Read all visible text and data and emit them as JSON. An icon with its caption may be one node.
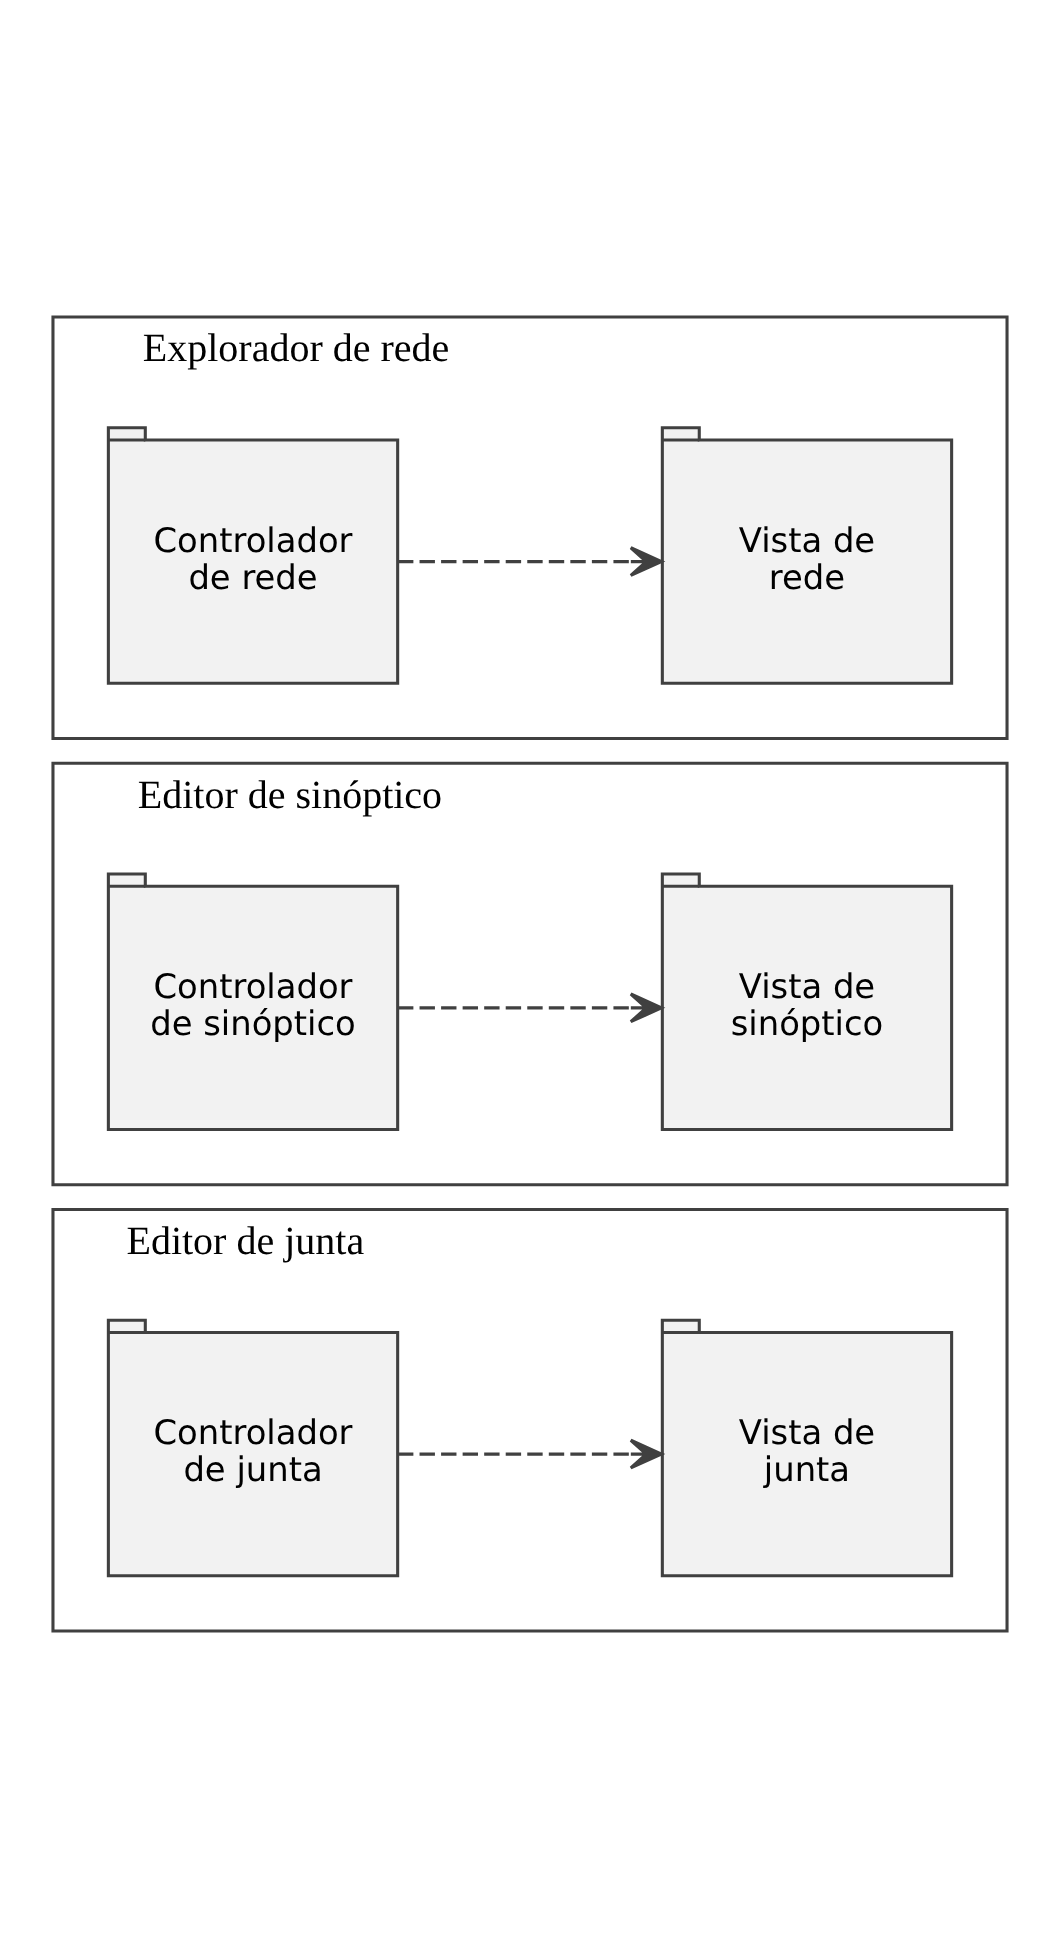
{
  "diagram": {
    "nodes": [
      {
        "text": [
          "Explorador de rede"
        ]
      },
      {
        "text": [
          "Vista de rede"
        ],
        "in": 0
      },
      {
        "text": [
          "Controlador de rede"
        ],
        "in": 0
      },
      {
        "text": [
          "Editor de sinóptico"
        ]
      },
      {
        "text": [
          "Vista de sinóptico"
        ],
        "in": 3
      },
      {
        "text": [
          "Controlador de sinóptico"
        ],
        "in": 3
      },
      {
        "text": [
          "Editor de junta"
        ]
      },
      {
        "text": [
          "Vista de junta"
        ],
        "in": 6
      },
      {
        "text": [
          "Controlador de junta"
        ],
        "in": 6
      }
    ],
    "edges": [
      {
        "from": 2,
        "to": 1,
        "arrow": "to",
        "style": "dashed"
      },
      {
        "from": 5,
        "to": 4,
        "arrow": "to",
        "style": "dashed"
      },
      {
        "from": 8,
        "to": 7,
        "arrow": "to",
        "style": "dashed"
      }
    ]
  }
}
